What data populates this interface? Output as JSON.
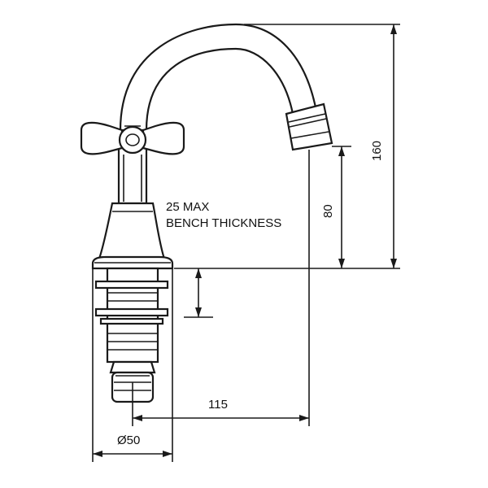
{
  "labels": {
    "bench_line1": "25 MAX",
    "bench_line2": "BENCH THICKNESS",
    "dim_total_height": "160",
    "dim_spout_height": "80",
    "dim_reach": "115",
    "dim_diameter": "Ø50"
  }
}
